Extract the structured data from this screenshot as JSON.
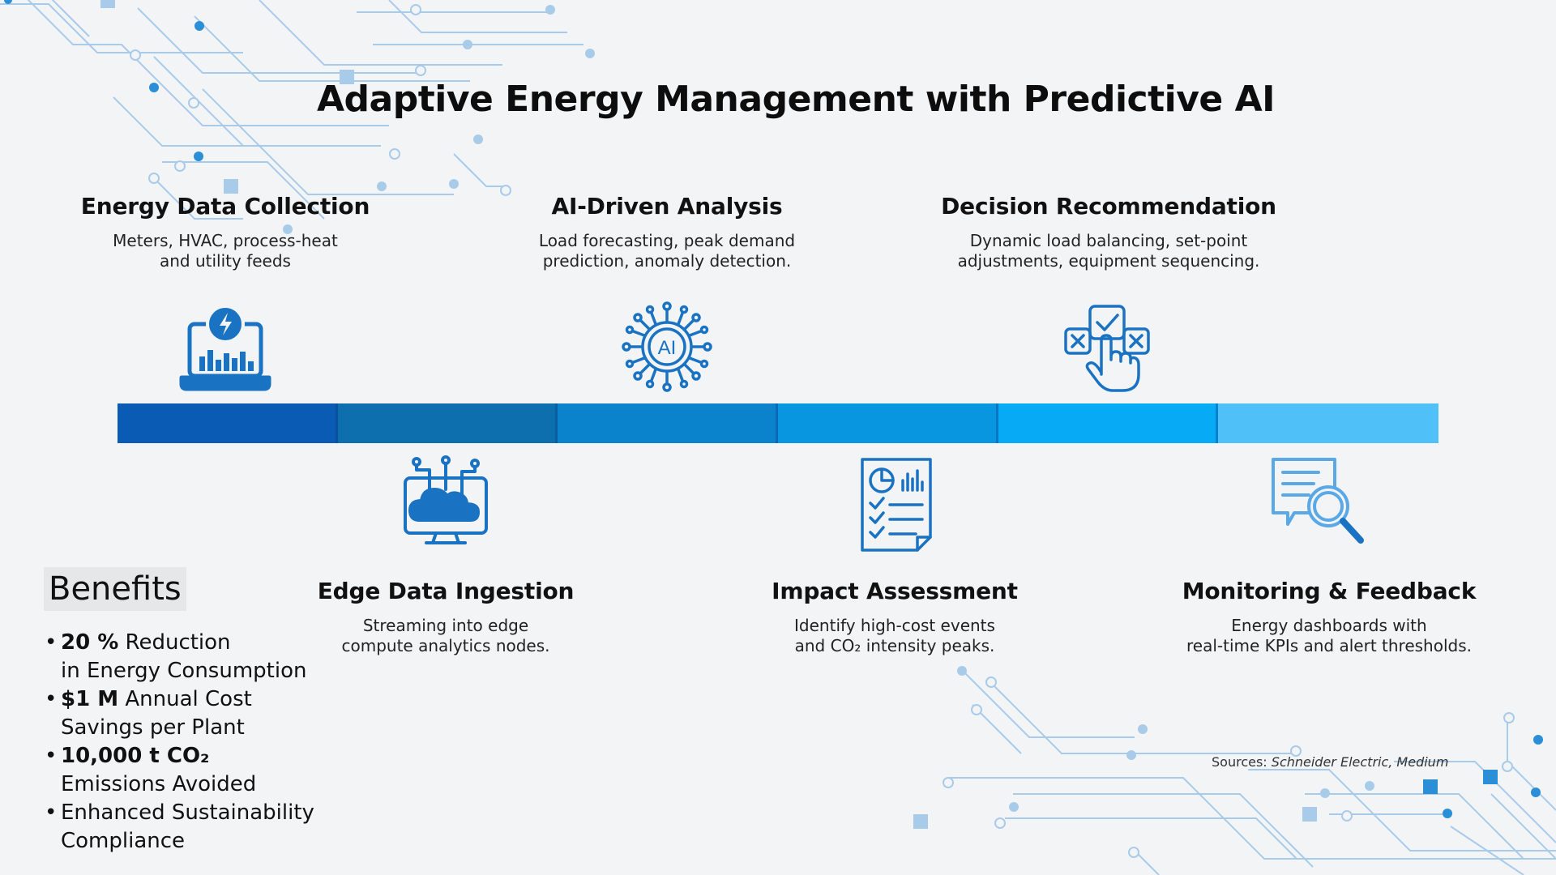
{
  "title": "Adaptive Energy Management with Predictive AI",
  "steps": [
    {
      "title": "Energy Data Collection",
      "desc": [
        "Meters, HVAC, process-heat",
        "and utility feeds"
      ],
      "icon": "laptop-energy-chart-icon"
    },
    {
      "title": "AI-Driven Analysis",
      "desc": [
        "Load forecasting, peak demand",
        "prediction, anomaly detection."
      ],
      "icon": "ai-chip-icon"
    },
    {
      "title": "Decision Recommendation",
      "desc": [
        "Dynamic load balancing, set-point",
        "adjustments, equipment sequencing."
      ],
      "icon": "hand-select-check-icon"
    },
    {
      "title": "Edge Data Ingestion",
      "desc": [
        "Streaming into edge",
        "compute analytics nodes."
      ],
      "icon": "cloud-monitor-icon"
    },
    {
      "title": "Impact Assessment",
      "desc": [
        "Identify high-cost events",
        "and CO₂ intensity peaks."
      ],
      "icon": "report-checklist-icon"
    },
    {
      "title": "Monitoring & Feedback",
      "desc": [
        "Energy dashboards with",
        "real-time KPIs and alert thresholds."
      ],
      "icon": "document-magnifier-icon"
    }
  ],
  "timeline_colors": [
    "#0a5bb3",
    "#0d6fae",
    "#0a82cc",
    "#0996e0",
    "#06aaf5",
    "#4fc0f8"
  ],
  "benefits": {
    "heading": "Benefits",
    "items": [
      {
        "strong": "20 %",
        "line1": " Reduction",
        "line2": "in Energy Consumption"
      },
      {
        "strong": "$1 M",
        "line1": " Annual Cost",
        "line2": "Savings per Plant"
      },
      {
        "strong": "10,000 t CO₂",
        "line1": "",
        "line2": "Emissions Avoided"
      },
      {
        "strong": "",
        "line1": "Enhanced Sustainability",
        "line2": "Compliance"
      }
    ]
  },
  "sources": {
    "label": "Sources:",
    "text": "Schneider Electric, Medium"
  },
  "colors": {
    "icon_blue": "#1a73c2",
    "circuit": "#a9cbea",
    "circuit_dot": "#2b8fd8"
  }
}
